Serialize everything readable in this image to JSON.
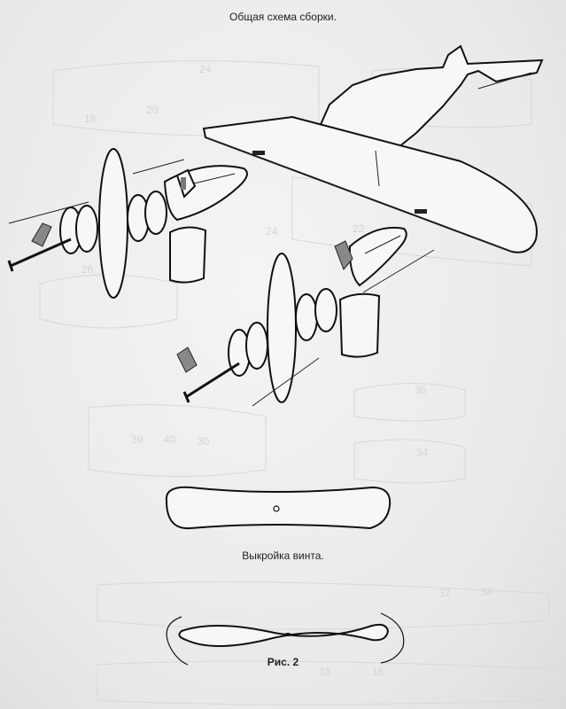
{
  "document": {
    "title": "Общая схема сборки.",
    "pattern_caption": "Выкройка винта.",
    "figure_caption": "Рис. 2"
  },
  "background_numbers": [
    "20",
    "18",
    "24",
    "24",
    "22",
    "26",
    "36",
    "34",
    "40",
    "39",
    "30",
    "32",
    "34",
    "13",
    "16"
  ]
}
